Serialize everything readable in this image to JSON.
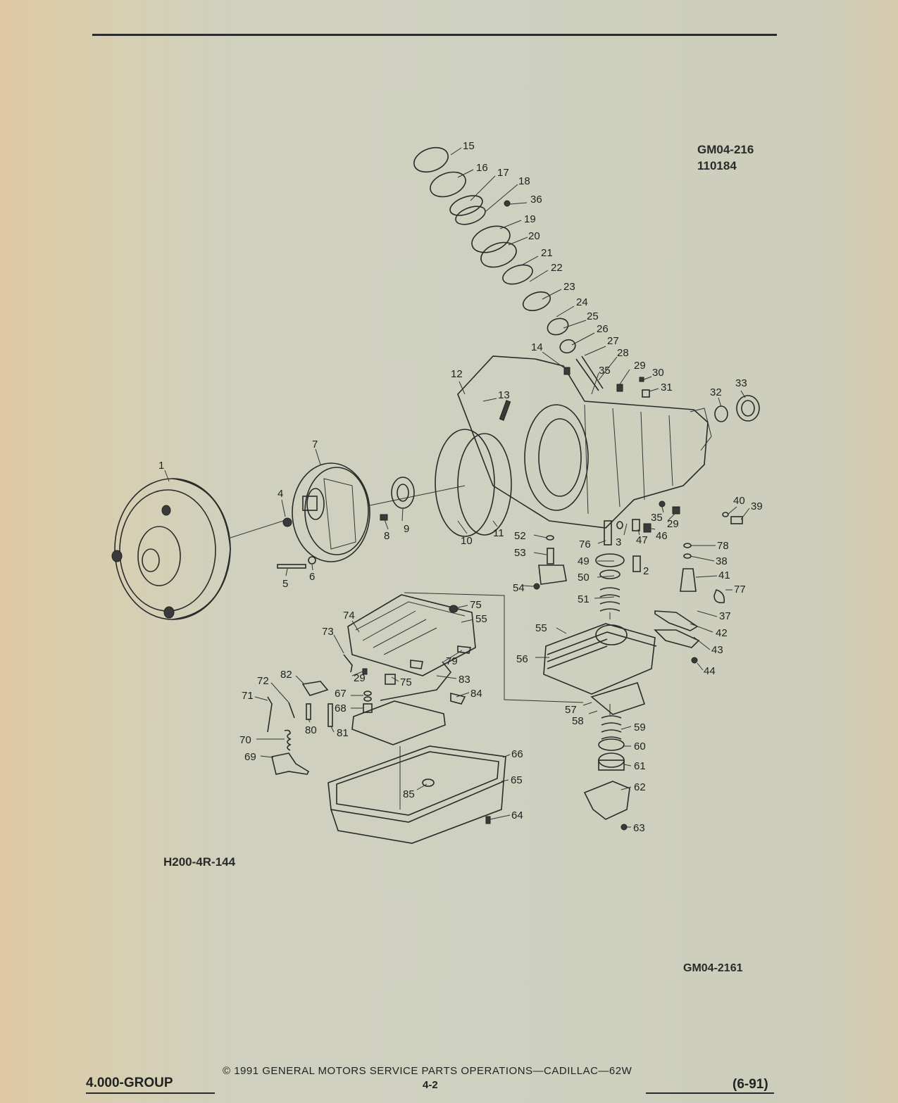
{
  "header": {
    "ref_code": "GM04-216",
    "ref_number": "110184"
  },
  "illustration_code": "H200-4R-144",
  "figure_code": "GM04-2161",
  "footer": {
    "copyright": "© 1991 GENERAL MOTORS SERVICE PARTS OPERATIONS—CADILLAC—62W",
    "group": "4.000-GROUP",
    "page": "4-2",
    "date": "(6-91)"
  },
  "callouts": {
    "c1": "1",
    "c2": "2",
    "c3": "3",
    "c4": "4",
    "c5": "5",
    "c6": "6",
    "c7": "7",
    "c8": "8",
    "c9": "9",
    "c10": "10",
    "c11": "11",
    "c12": "12",
    "c13": "13",
    "c14": "14",
    "c15": "15",
    "c16": "16",
    "c17": "17",
    "c18": "18",
    "c19": "19",
    "c20": "20",
    "c21": "21",
    "c22": "22",
    "c23": "23",
    "c24": "24",
    "c25": "25",
    "c26": "26",
    "c27": "27",
    "c28": "28",
    "c29a": "29",
    "c29b": "29",
    "c29c": "29",
    "c30": "30",
    "c31": "31",
    "c32": "32",
    "c33": "33",
    "c35a": "35",
    "c35b": "35",
    "c36": "36",
    "c37": "37",
    "c38": "38",
    "c39": "39",
    "c40": "40",
    "c41": "41",
    "c42": "42",
    "c43": "43",
    "c44": "44",
    "c46": "46",
    "c47": "47",
    "c49": "49",
    "c50": "50",
    "c51": "51",
    "c52": "52",
    "c53": "53",
    "c54": "54",
    "c55a": "55",
    "c55b": "55",
    "c56": "56",
    "c57": "57",
    "c58": "58",
    "c59": "59",
    "c60": "60",
    "c61": "61",
    "c62": "62",
    "c63": "63",
    "c64": "64",
    "c65": "65",
    "c66": "66",
    "c67": "67",
    "c68": "68",
    "c69": "69",
    "c70": "70",
    "c71": "71",
    "c72": "72",
    "c73": "73",
    "c74": "74",
    "c75a": "75",
    "c75b": "75",
    "c76": "76",
    "c77": "77",
    "c78": "78",
    "c79": "79",
    "c80": "80",
    "c81": "81",
    "c82": "82",
    "c83": "83",
    "c84": "84",
    "c85": "85"
  }
}
